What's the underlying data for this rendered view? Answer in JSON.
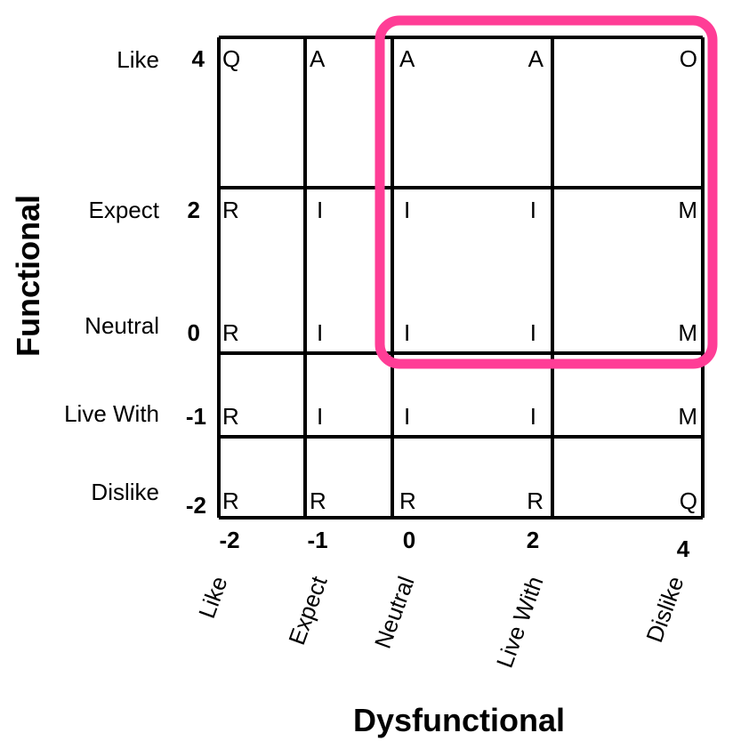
{
  "axes": {
    "y_title": "Functional",
    "x_title": "Dysfunctional"
  },
  "rows": [
    {
      "label": "Like",
      "tick": "4"
    },
    {
      "label": "Expect",
      "tick": "2"
    },
    {
      "label": "Neutral",
      "tick": "0"
    },
    {
      "label": "Live With",
      "tick": "-1"
    },
    {
      "label": "Dislike",
      "tick": "-2"
    }
  ],
  "columns": [
    {
      "label": "Like",
      "tick": "-2"
    },
    {
      "label": "Expect",
      "tick": "-1"
    },
    {
      "label": "Neutral",
      "tick": "0"
    },
    {
      "label": "Live With",
      "tick": "2"
    },
    {
      "label": "Dislike",
      "tick": "4"
    }
  ],
  "cells": [
    [
      "Q",
      "A",
      "A",
      "A",
      "O"
    ],
    [
      "R",
      "I",
      "I",
      "I",
      "M"
    ],
    [
      "R",
      "I",
      "I",
      "I",
      "M"
    ],
    [
      "R",
      "I",
      "I",
      "I",
      "M"
    ],
    [
      "R",
      "R",
      "R",
      "R",
      "Q"
    ]
  ],
  "highlight": {
    "color": "#ff3d96",
    "rows": [
      0,
      2
    ],
    "columns": [
      2,
      4
    ]
  }
}
